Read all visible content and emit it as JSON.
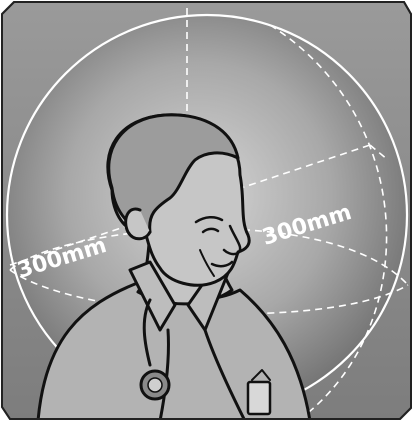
{
  "illustration": {
    "subject": "doctor-with-stethoscope",
    "sphere_label_left": "300mm",
    "sphere_label_right": "300mm"
  },
  "colors": {
    "panel_border": "#222222",
    "panel_fill": "#8e8e8e",
    "sphere_center": "#cfcfcf",
    "sphere_edge": "#6c6c6c",
    "lines": "#ffffff",
    "figure_stroke": "#111111",
    "figure_fill": "#b9b9b9"
  }
}
